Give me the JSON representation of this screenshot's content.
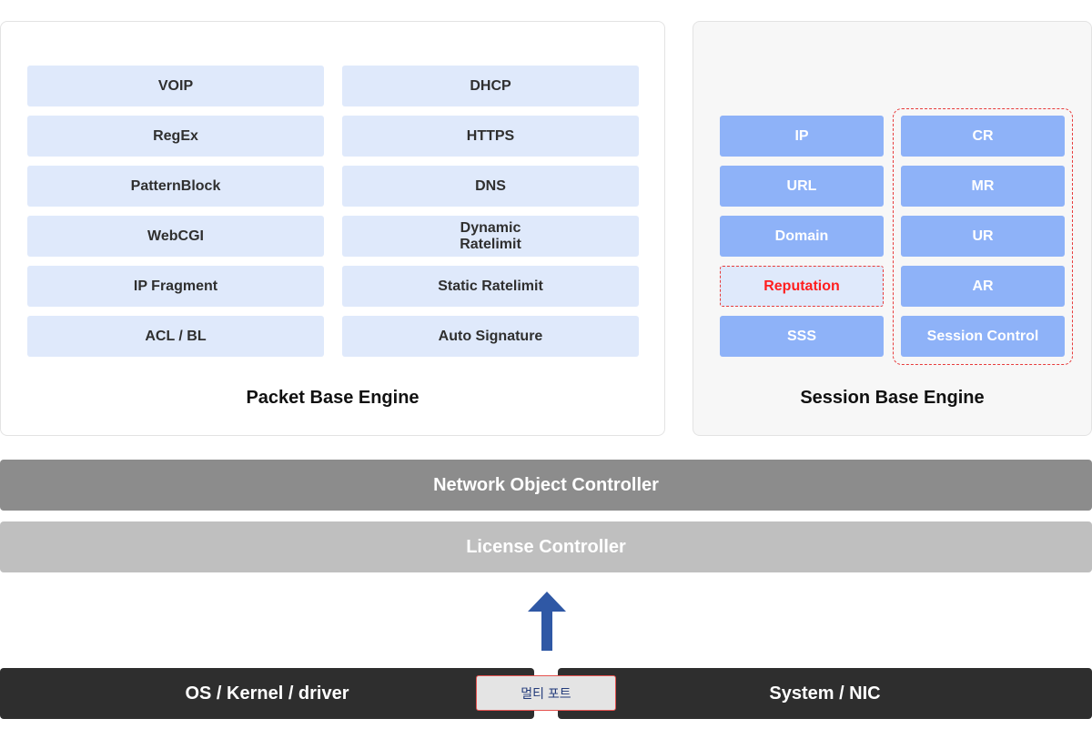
{
  "packet_engine": {
    "label": "Packet Base Engine",
    "left_items": [
      "VOIP",
      "RegEx",
      "PatternBlock",
      "WebCGI",
      "IP Fragment",
      "ACL / BL"
    ],
    "right_items": [
      "DHCP",
      "HTTPS",
      "DNS",
      "Dynamic\nRatelimit",
      "Static Ratelimit",
      "Auto Signature"
    ]
  },
  "session_engine": {
    "label": "Session Base Engine",
    "left_items": [
      "IP",
      "URL",
      "Domain",
      "Reputation",
      "SSS"
    ],
    "right_items": [
      "CR",
      "MR",
      "UR",
      "AR",
      "Session Control"
    ]
  },
  "network_object_controller": "Network Object Controller",
  "license_controller": "License Controller",
  "os_kernel_driver": "OS / Kernel / driver",
  "system_nic": "System / NIC",
  "multi_port": "멀티 포트",
  "colors": {
    "light_box": "#dfe9fb",
    "blue_box": "#8eb2f8",
    "highlight_red": "#e83b3b",
    "arrow_blue": "#2f58a5",
    "dark_bar": "#2e2e2e"
  }
}
